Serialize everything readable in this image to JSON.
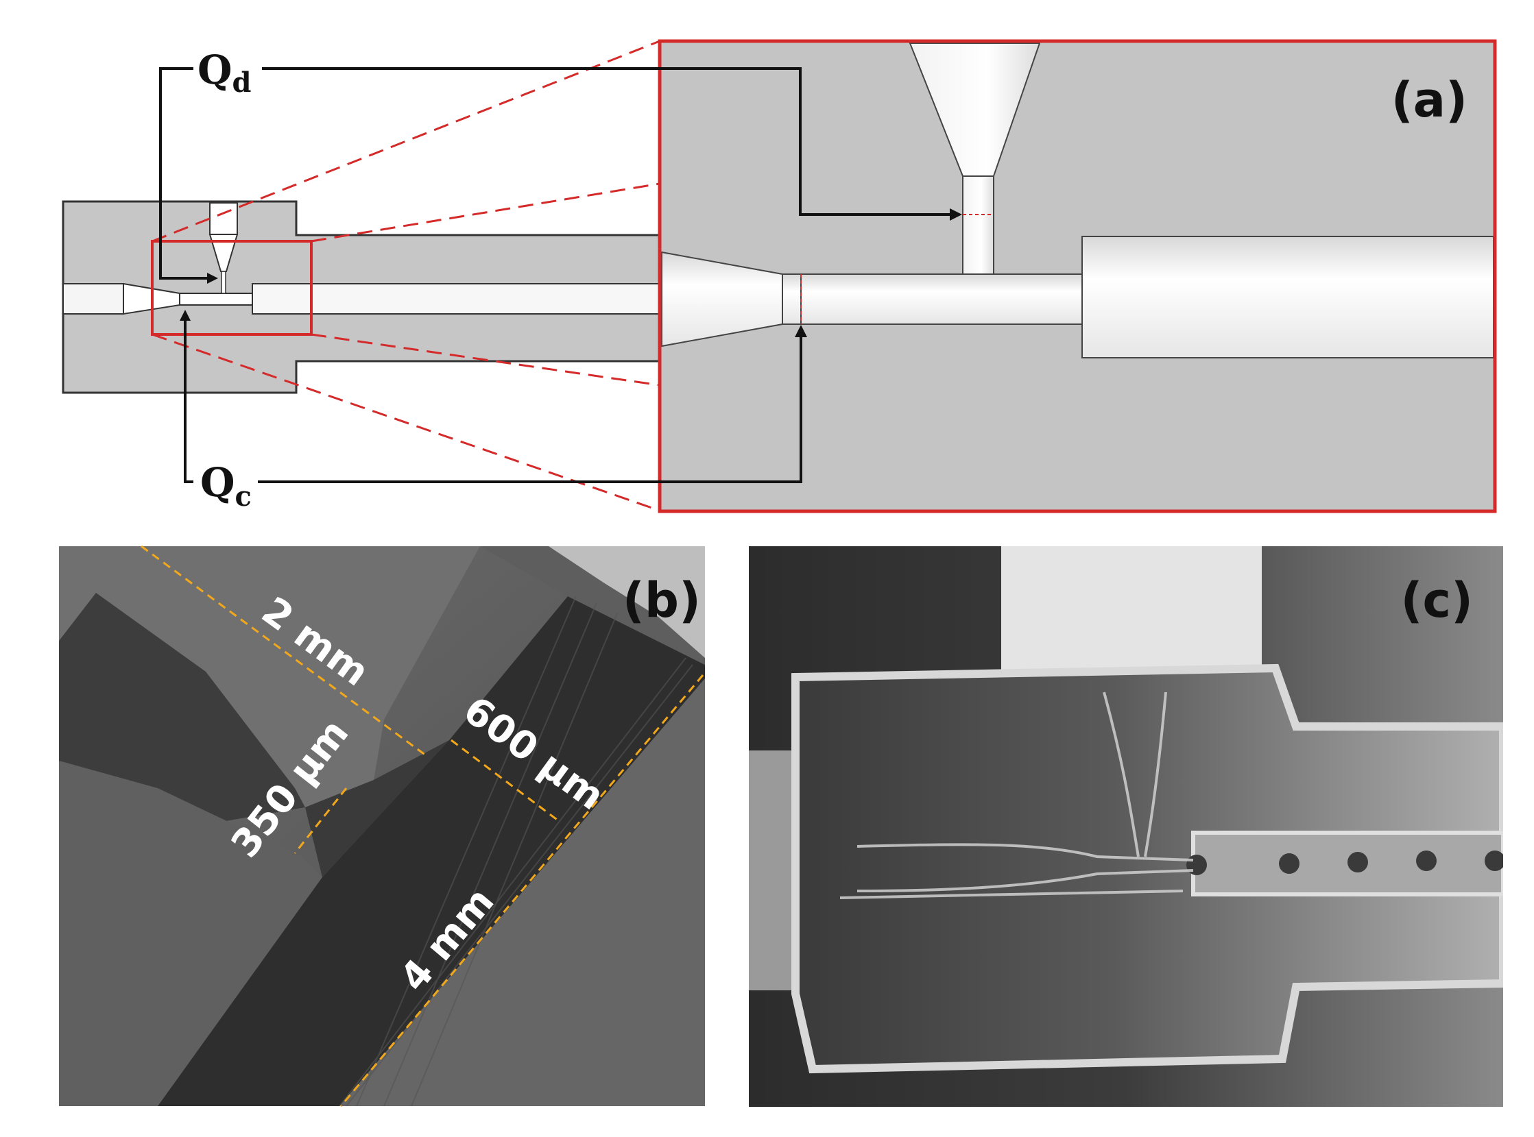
{
  "panels": {
    "a": {
      "label": "(a)",
      "flow_labels": {
        "dispersed": {
          "main": "Q",
          "sub": "d"
        },
        "continuous": {
          "main": "Q",
          "sub": "c"
        }
      }
    },
    "b": {
      "label": "(b)",
      "dimensions": {
        "width_2mm": "2 mm",
        "width_600um": "600 µm",
        "width_350um": "350 µm",
        "length_4mm": "4 mm"
      }
    },
    "c": {
      "label": "(c)"
    }
  },
  "colors": {
    "zoom_box": "#d42a2a",
    "dimension_line": "#f2a81c",
    "device_fill": "#c6c6c6",
    "channel_fill": "#f7f7f7"
  }
}
